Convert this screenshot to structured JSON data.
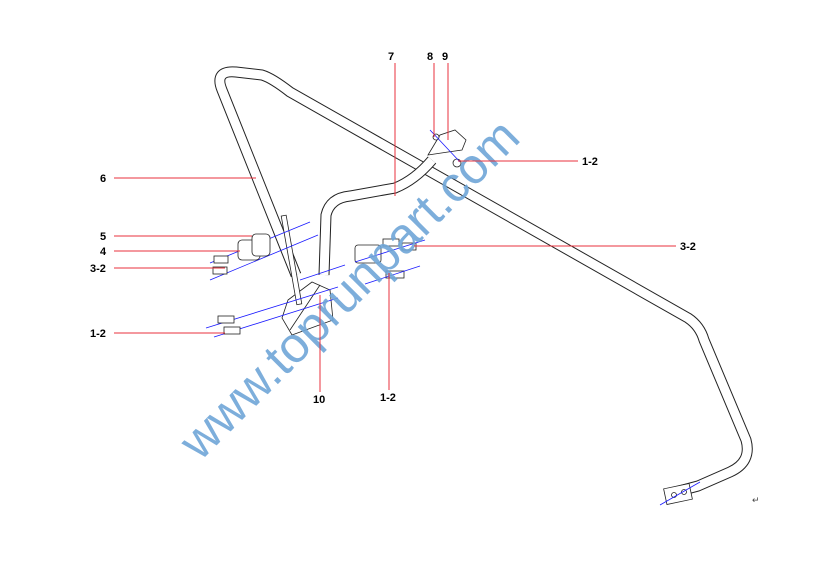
{
  "diagram": {
    "callouts": {
      "c1": "1-2",
      "c2": "3-2",
      "c3": "4",
      "c4": "5",
      "c5": "6",
      "c6": "7",
      "c7": "8",
      "c8": "9",
      "c9": "10",
      "c10": "1-2",
      "c11": "1-2",
      "c12": "3-2"
    },
    "watermark": "www.toprunpart.com",
    "end_mark": "↵",
    "colors": {
      "leader": "#e8323c",
      "axis": "#1a1aff",
      "watermark": "#6fa6d8"
    }
  }
}
